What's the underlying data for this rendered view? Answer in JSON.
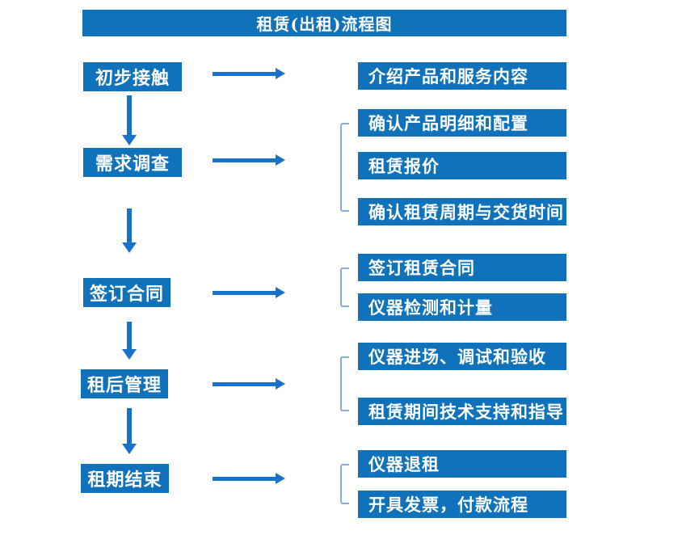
{
  "title": "租赁(出租)流程图",
  "colors": {
    "box_blue": "#0f72ba",
    "arrow_blue": "#1873c8",
    "bracket_blue": "#8badd9",
    "text_white": "#ffffff",
    "background": "#ffffff"
  },
  "stages": [
    {
      "label": "初步接触",
      "details": [
        "介绍产品和服务内容"
      ]
    },
    {
      "label": "需求调查",
      "details": [
        "确认产品明细和配置",
        "租赁报价",
        "确认租赁周期与交货时间"
      ]
    },
    {
      "label": "签订合同",
      "details": [
        "签订租赁合同",
        "仪器检测和计量"
      ]
    },
    {
      "label": "租后管理",
      "details": [
        "仪器进场、调试和验收",
        "租赁期间技术支持和指导"
      ]
    },
    {
      "label": "租期结束",
      "details": [
        "仪器退租",
        "开具发票，付款流程"
      ]
    }
  ]
}
